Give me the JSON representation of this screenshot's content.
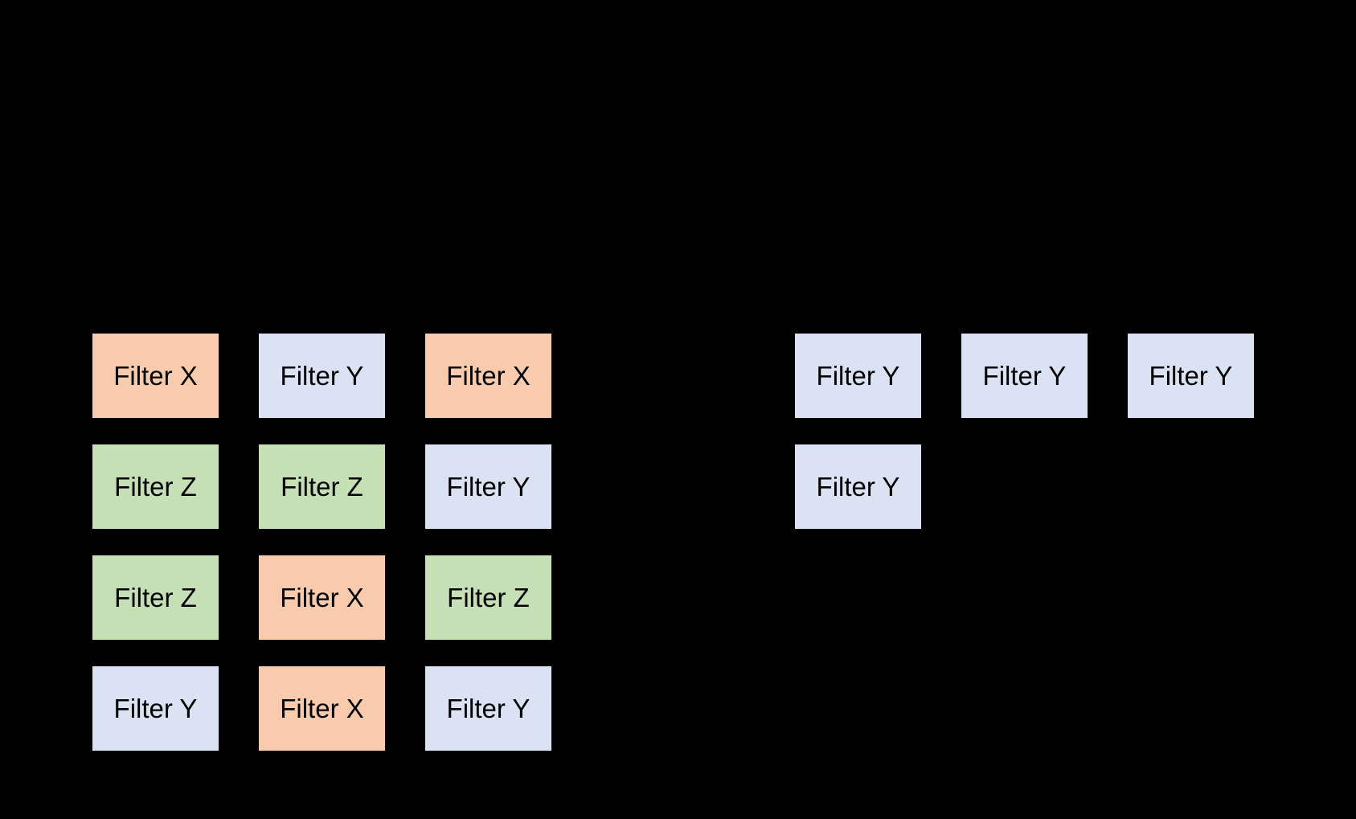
{
  "diagram": {
    "background": "#000000",
    "colors": {
      "filter_x_fill": "#F8CBAD",
      "filter_y_fill": "#DAE2F3",
      "filter_z_fill": "#C5E0B4",
      "label_text": "#000000"
    },
    "left_grid": {
      "rows": [
        [
          {
            "label": "Filter X",
            "type": "x"
          },
          {
            "label": "Filter Y",
            "type": "y"
          },
          {
            "label": "Filter X",
            "type": "x"
          }
        ],
        [
          {
            "label": "Filter Z",
            "type": "z"
          },
          {
            "label": "Filter Z",
            "type": "z"
          },
          {
            "label": "Filter Y",
            "type": "y"
          }
        ],
        [
          {
            "label": "Filter Z",
            "type": "z"
          },
          {
            "label": "Filter X",
            "type": "x"
          },
          {
            "label": "Filter Z",
            "type": "z"
          }
        ],
        [
          {
            "label": "Filter Y",
            "type": "y"
          },
          {
            "label": "Filter X",
            "type": "x"
          },
          {
            "label": "Filter Y",
            "type": "y"
          }
        ]
      ]
    },
    "right_grid": {
      "rows": [
        [
          {
            "label": "Filter Y",
            "type": "y"
          },
          {
            "label": "Filter Y",
            "type": "y"
          },
          {
            "label": "Filter Y",
            "type": "y"
          }
        ],
        [
          {
            "label": "Filter Y",
            "type": "y"
          }
        ]
      ]
    }
  }
}
